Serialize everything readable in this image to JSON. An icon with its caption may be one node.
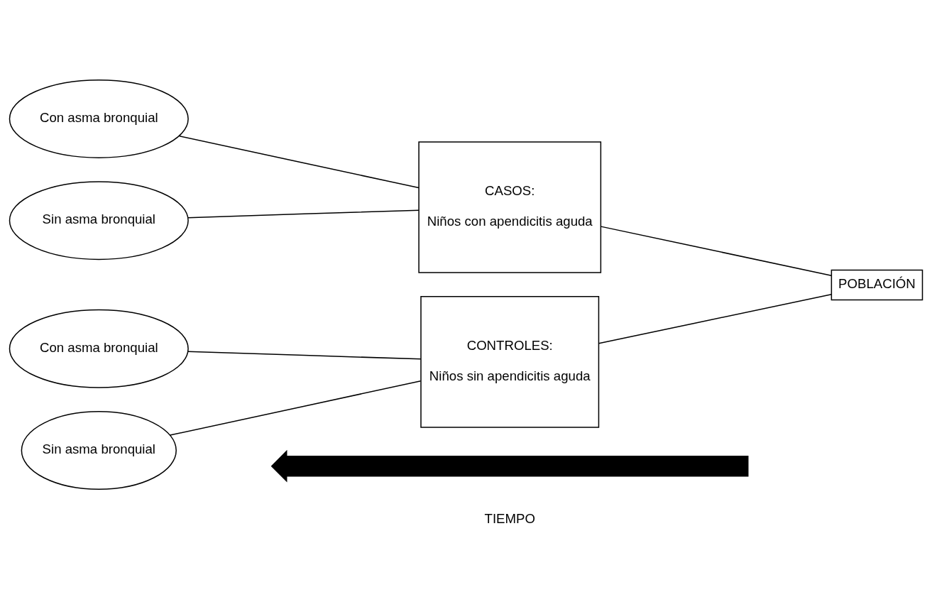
{
  "diagram": {
    "nodes": [
      {
        "text": [
          "Con asma bronquial"
        ]
      },
      {
        "text": [
          "Sin asma bronquial"
        ]
      },
      {
        "text": [
          "CASOS:",
          "Niños con apendicitis aguda"
        ]
      },
      {
        "text": [
          "Con asma bronquial"
        ]
      },
      {
        "text": [
          "Sin asma bronquial"
        ]
      },
      {
        "text": [
          "CONTROLES:",
          "Niños sin apendicitis aguda"
        ]
      },
      {
        "text": [
          "POBLACIÓN"
        ]
      },
      {
        "text": [],
        "shape": "arrow",
        "beside": [
          "TIEMPO"
        ]
      }
    ],
    "edges": [
      {
        "from": 0,
        "to": 2,
        "arrow": "none"
      },
      {
        "from": 1,
        "to": 2,
        "arrow": "none"
      },
      {
        "from": 3,
        "to": 5,
        "arrow": "none"
      },
      {
        "from": 4,
        "to": 5,
        "arrow": "none"
      },
      {
        "from": 2,
        "to": 6,
        "arrow": "none"
      },
      {
        "from": 5,
        "to": 6,
        "arrow": "none"
      }
    ]
  }
}
